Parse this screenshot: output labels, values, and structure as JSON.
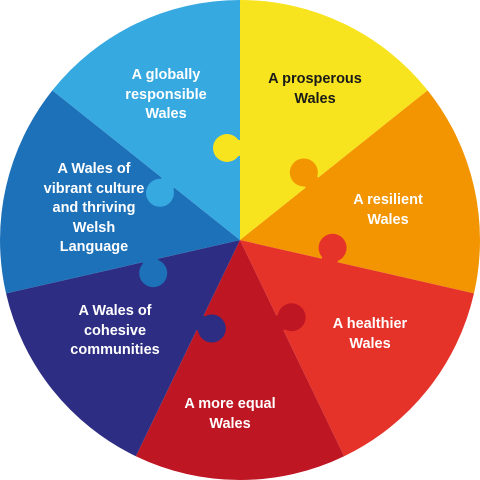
{
  "diagram": {
    "title": "",
    "goals": [
      {
        "label": "A prosperous\nWales",
        "color": "#f7e41e",
        "text_color": "#1a1a1a"
      },
      {
        "label": "A resilient\nWales",
        "color": "#f29500",
        "text_color": "#ffffff"
      },
      {
        "label": "A healthier\nWales",
        "color": "#e6332a",
        "text_color": "#ffffff"
      },
      {
        "label": "A more equal\nWales",
        "color": "#be1622",
        "text_color": "#ffffff"
      },
      {
        "label": "A Wales of\ncohesive\ncommunities",
        "color": "#2d2e83",
        "text_color": "#ffffff"
      },
      {
        "label": "A Wales of\nvibrant culture\nand thriving\nWelsh\nLanguage",
        "color": "#1d71b8",
        "text_color": "#ffffff"
      },
      {
        "label": "A globally\nresponsible\nWales",
        "color": "#36a9e1",
        "text_color": "#ffffff"
      }
    ]
  }
}
